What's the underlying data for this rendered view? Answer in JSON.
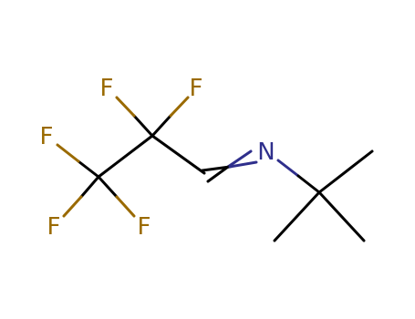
{
  "colors": {
    "background": "#ffffff",
    "carbon_bond": "#000000",
    "fluorine": "#9a6a00",
    "nitrogen": "#2f2f8c"
  },
  "atoms": {
    "f1": "F",
    "f2": "F",
    "f3": "F",
    "f4": "F",
    "f5": "F",
    "n1": "N"
  }
}
